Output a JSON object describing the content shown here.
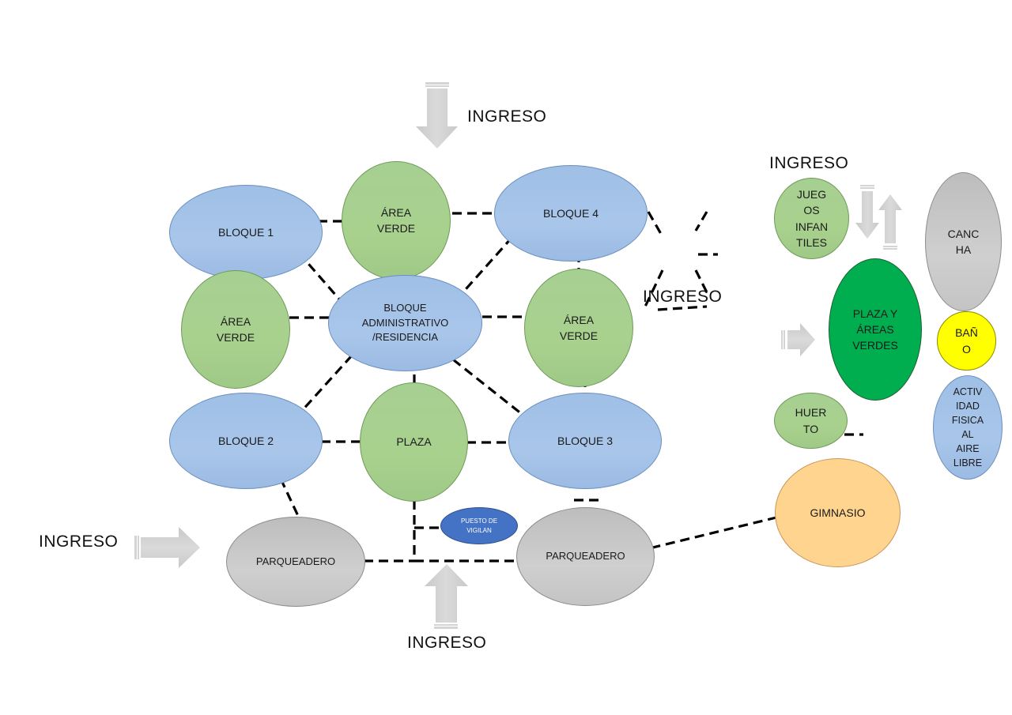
{
  "nodes": {
    "bloque1": "BLOQUE 1",
    "area_verde_top": "ÁREA\nVERDE",
    "bloque4": "BLOQUE 4",
    "area_verde_left": "ÁREA\nVERDE",
    "bloque_admin": "BLOQUE\nADMINISTRATIVO\n/RESIDENCIA",
    "area_verde_right": "ÁREA\nVERDE",
    "bloque2": "BLOQUE 2",
    "plaza": "PLAZA",
    "bloque3": "BLOQUE 3",
    "parqueadero_left": "PARQUEADERO",
    "puesto_vigilancia": "PUESTO DE\nVIGILAN",
    "parqueadero_right": "PARQUEADERO",
    "juegos_infantiles": "JUEG\nOS\nINFAN\nTILES",
    "cancha": "CANC\nHA",
    "plaza_areas_verdes": "PLAZA Y\nÁREAS\nVERDES",
    "bano": "BAÑ\nO",
    "huerto": "HUER\nTO",
    "actividad_fisica": "ACTIV\nIDAD\nFISICA\nAL\nAIRE\nLIBRE",
    "gimnasio": "GIMNASIO"
  },
  "labels": {
    "ingreso_top": "INGRESO",
    "ingreso_right_top": "INGRESO",
    "ingreso_middle_right": "INGRESO",
    "ingreso_left": "INGRESO",
    "ingreso_bottom": "INGRESO"
  },
  "colors": {
    "bloque": "#a9c6ea",
    "area_verde": "#a9d18e",
    "parqueadero": "#cfcfcf",
    "plaza_areas_verdes": "#00ad4f",
    "bano": "#ffff00",
    "gimnasio": "#ffd48e",
    "puesto_vigilancia": "#4472c4",
    "arrow": "#d0d0d0",
    "connector": "#000000"
  }
}
